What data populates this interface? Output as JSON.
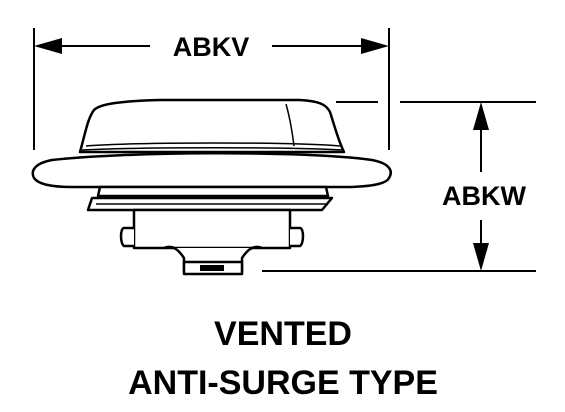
{
  "dimensions": {
    "width_label": "ABKV",
    "height_label": "ABKW"
  },
  "caption": {
    "line1": "VENTED",
    "line2": "ANTI-SURGE TYPE"
  },
  "colors": {
    "line": "#000000",
    "background": "#ffffff"
  }
}
